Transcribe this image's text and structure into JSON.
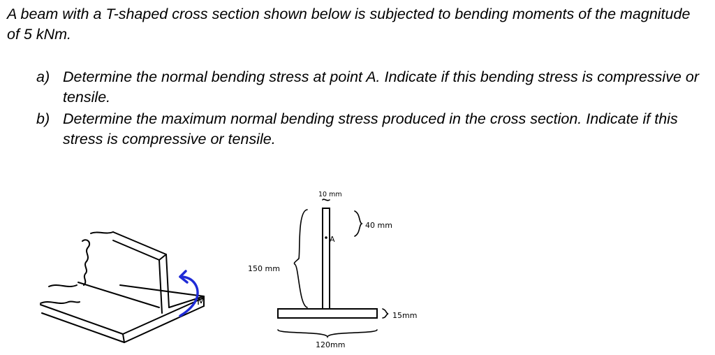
{
  "problem": {
    "intro": "A beam with a T-shaped cross section shown below is subjected to bending moments of the magnitude of 5 kNm.",
    "parts": [
      {
        "marker": "a)",
        "text": "Determine the normal bending stress at point A. Indicate if this bending stress is compressive or tensile."
      },
      {
        "marker": "b)",
        "text": "Determine the maximum normal bending stress produced in the cross section. Indicate if this stress is compressive or tensile."
      }
    ]
  },
  "figure": {
    "moment_label": "M",
    "point_label": "A",
    "dims": {
      "web_thickness": "10 mm",
      "web_top_segment": "40 mm",
      "total_height": "150 mm",
      "flange_thickness": "15mm",
      "flange_width": "120mm"
    },
    "colors": {
      "moment_arrow": "#1f2bd6",
      "ink": "#000000"
    }
  }
}
